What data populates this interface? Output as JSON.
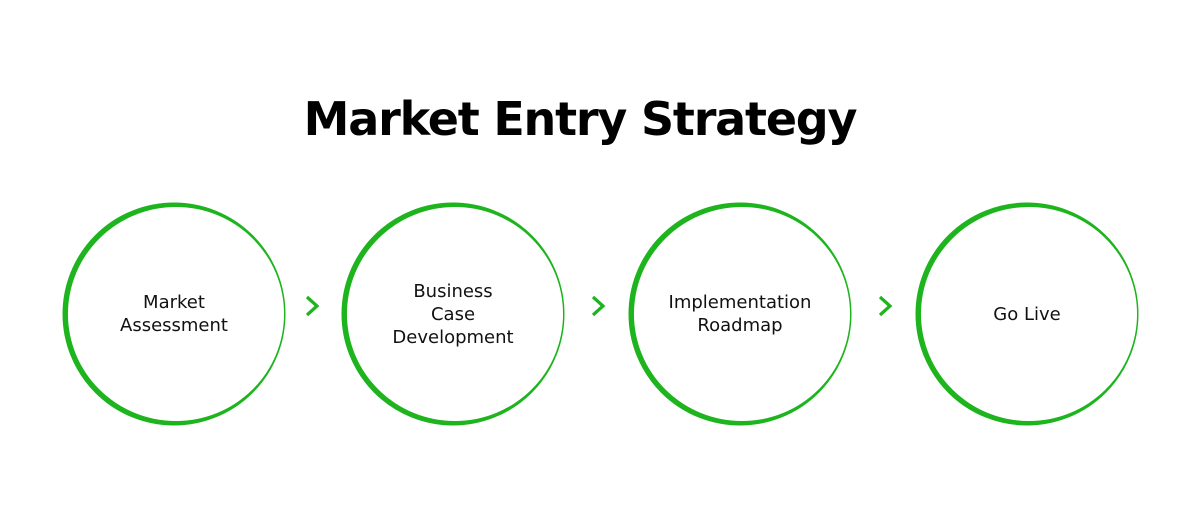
{
  "title": "Market Entry Strategy",
  "colors": {
    "accent": "#1db41d",
    "accent_light": "#a8e6a8",
    "text": "#111111",
    "background": "#ffffff"
  },
  "steps": [
    {
      "label": "Market\nAssessment"
    },
    {
      "label": "Business\nCase\nDevelopment"
    },
    {
      "label": "Implementation\nRoadmap"
    },
    {
      "label": "Go Live"
    }
  ],
  "connector_icon": "chevron-right-icon"
}
